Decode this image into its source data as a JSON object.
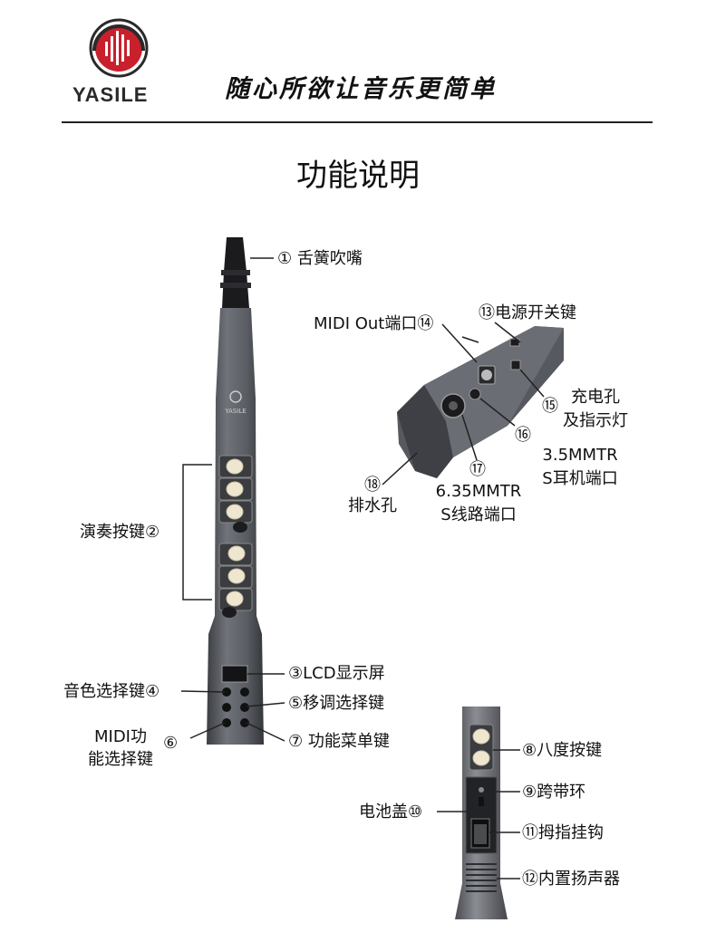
{
  "header": {
    "brand": "YASILE",
    "slogan": "随心所欲让音乐更简单"
  },
  "page_title": "功能说明",
  "instrument": {
    "body_logo": "YASILE"
  },
  "labels": {
    "l1": "① 舌簧吹嘴",
    "l2": "演奏按键②",
    "l3": "③LCD显示屏",
    "l4": "音色选择键④",
    "l5": "⑤移调选择键",
    "l6a": "MIDI功",
    "l6b": "能选择键",
    "l6n": "⑥",
    "l7": "⑦ 功能菜单键",
    "l8": "⑧八度按键",
    "l9": "⑨跨带环",
    "l10": "电池盖⑩",
    "l11": "⑪拇指挂钩",
    "l12": "⑫内置扬声器",
    "l13": "⑬电源开关键",
    "l14": "MIDI Out端口⑭",
    "l15a": "充电孔",
    "l15b": "及指示灯",
    "l15n": "⑮",
    "l16n": "⑯",
    "l16a": "3.5MMTR",
    "l16b": "S耳机端口",
    "l17n": "⑰",
    "l17a": "6.35MMTR",
    "l17b": "S线路端口",
    "l18n": "⑱",
    "l18": "排水孔"
  },
  "colors": {
    "body": "#5d6066",
    "body_dark": "#3a3c40",
    "key": "#efe6cf",
    "accent_red": "#c8202c"
  }
}
